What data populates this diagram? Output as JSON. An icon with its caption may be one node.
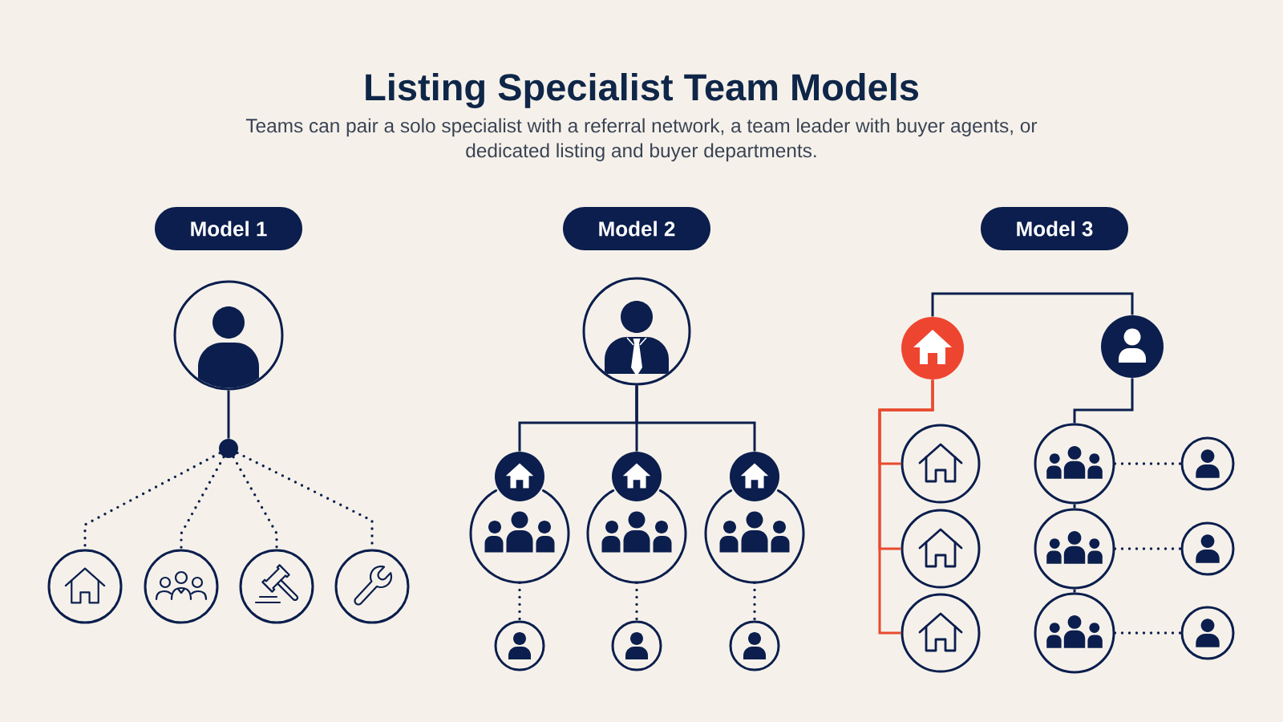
{
  "diagram": {
    "title": "Listing Specialist Team Models",
    "nodes": [
      {
        "text": [
          "Model 1"
        ]
      },
      {
        "text": [],
        "shape": "circle"
      },
      {
        "text": [],
        "shape": "circle"
      },
      {
        "text": [],
        "shape": "circle"
      },
      {
        "text": [],
        "shape": "circle"
      },
      {
        "text": [],
        "shape": "circle"
      },
      {
        "text": [],
        "shape": "circle"
      },
      {
        "text": [
          "Model 2"
        ]
      },
      {
        "text": [],
        "shape": "circle"
      },
      {
        "text": [],
        "shape": "circle"
      },
      {
        "text": [],
        "shape": "circle"
      },
      {
        "text": [],
        "shape": "circle"
      },
      {
        "text": [],
        "shape": "circle"
      },
      {
        "text": [],
        "shape": "circle"
      },
      {
        "text": [],
        "shape": "circle"
      },
      {
        "text": [],
        "shape": "circle"
      },
      {
        "text": [],
        "shape": "circle"
      },
      {
        "text": [],
        "shape": "circle"
      },
      {
        "text": [
          "Model 3"
        ]
      },
      {
        "text": [],
        "shape": "circle"
      },
      {
        "text": [],
        "shape": "circle"
      },
      {
        "text": [],
        "shape": "circle"
      },
      {
        "text": [],
        "shape": "circle"
      },
      {
        "text": [],
        "shape": "circle"
      },
      {
        "text": [],
        "shape": "circle"
      },
      {
        "text": [],
        "shape": "circle"
      },
      {
        "text": [],
        "shape": "circle"
      },
      {
        "text": [],
        "shape": "circle"
      },
      {
        "text": [],
        "shape": "circle"
      },
      {
        "text": [],
        "shape": "circle"
      }
    ],
    "edges": [
      {
        "from": 1,
        "to": 2,
        "arrow": "none"
      },
      {
        "from": 2,
        "to": 3,
        "arrow": "none",
        "style": "dashed"
      },
      {
        "from": 2,
        "to": 4,
        "arrow": "none",
        "style": "dashed"
      },
      {
        "from": 2,
        "to": 5,
        "arrow": "none",
        "style": "dashed"
      },
      {
        "from": 2,
        "to": 6,
        "arrow": "none",
        "style": "dashed"
      },
      {
        "from": 8,
        "to": 9,
        "arrow": "none"
      },
      {
        "from": 8,
        "to": 10,
        "arrow": "none"
      },
      {
        "from": 8,
        "to": 11,
        "arrow": "none"
      },
      {
        "from": 12,
        "to": 15,
        "arrow": "none",
        "style": "dashed"
      },
      {
        "from": 13,
        "to": 16,
        "arrow": "none",
        "style": "dashed"
      },
      {
        "from": 14,
        "to": 17,
        "arrow": "none",
        "style": "dashed"
      },
      {
        "from": 19,
        "to": 20,
        "arrow": "none"
      },
      {
        "from": 19,
        "to": 21,
        "arrow": "none",
        "color": "#e84a2f"
      },
      {
        "from": 19,
        "to": 22,
        "arrow": "none",
        "color": "#e84a2f"
      },
      {
        "from": 19,
        "to": 23,
        "arrow": "none",
        "color": "#e84a2f"
      },
      {
        "from": 20,
        "to": 24,
        "arrow": "none"
      },
      {
        "from": 24,
        "to": 25,
        "arrow": "none"
      },
      {
        "from": 25,
        "to": 26,
        "arrow": "none"
      },
      {
        "from": 24,
        "to": 27,
        "arrow": "none",
        "style": "dashed"
      },
      {
        "from": 25,
        "to": 28,
        "arrow": "none",
        "style": "dashed"
      },
      {
        "from": 26,
        "to": 29,
        "arrow": "none",
        "style": "dashed"
      }
    ],
    "labels": [
      "Teams can pair a solo specialist with a referral network, a team leader with buyer agents, or dedicated listing and buyer departments."
    ]
  }
}
